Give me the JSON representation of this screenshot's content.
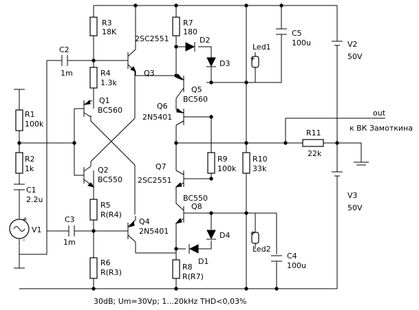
{
  "labels": {
    "r3": "R3",
    "r3v": "18K",
    "r7": "R7",
    "r7v": "180",
    "r4": "R4",
    "r4v": "1.3k",
    "r1": "R1",
    "r1v": "100k",
    "r2": "R2",
    "r2v": "1k",
    "r5": "R5",
    "r5v": "R(R4)",
    "r6": "R6",
    "r6v": "R(R3)",
    "r8": "R8",
    "r8v": "R(R7)",
    "r9": "R9",
    "r9v": "100k",
    "r10": "R10",
    "r10v": "33k",
    "r11": "R11",
    "r11v": "22k",
    "c1": "C1",
    "c1v": "2.2u",
    "c2": "C2",
    "c2v": "1m",
    "c3": "C3",
    "c3v": "1m",
    "c4": "C4",
    "c4v": "100u",
    "c5": "C5",
    "c5v": "100u",
    "q1": "Q1",
    "q1v": "BC560",
    "q2": "Q2",
    "q2v": "BC550",
    "q3": "Q3",
    "q3v": "2SC2551",
    "q4": "Q4",
    "q4v": "2N5401",
    "q5": "Q5",
    "q5v": "BC560",
    "q6": "Q6",
    "q6v": "2N5401",
    "q7": "Q7",
    "q7v": "2SC2551",
    "q8": "Q8",
    "q8v": "BC550",
    "d1": "D1",
    "d2": "D2",
    "d3": "D3",
    "d4": "D4",
    "led1": "Led1",
    "led2": "Led2",
    "v1": "V1",
    "v2": "V2",
    "v2v": "50V",
    "v3": "V3",
    "v3v": "50V",
    "out": "out",
    "out_note": "к ВК Замоткина",
    "plus": "+",
    "minus": "-",
    "caption": "30dB;  Um=30Vp;  1...20kHz THD<0,03%"
  }
}
